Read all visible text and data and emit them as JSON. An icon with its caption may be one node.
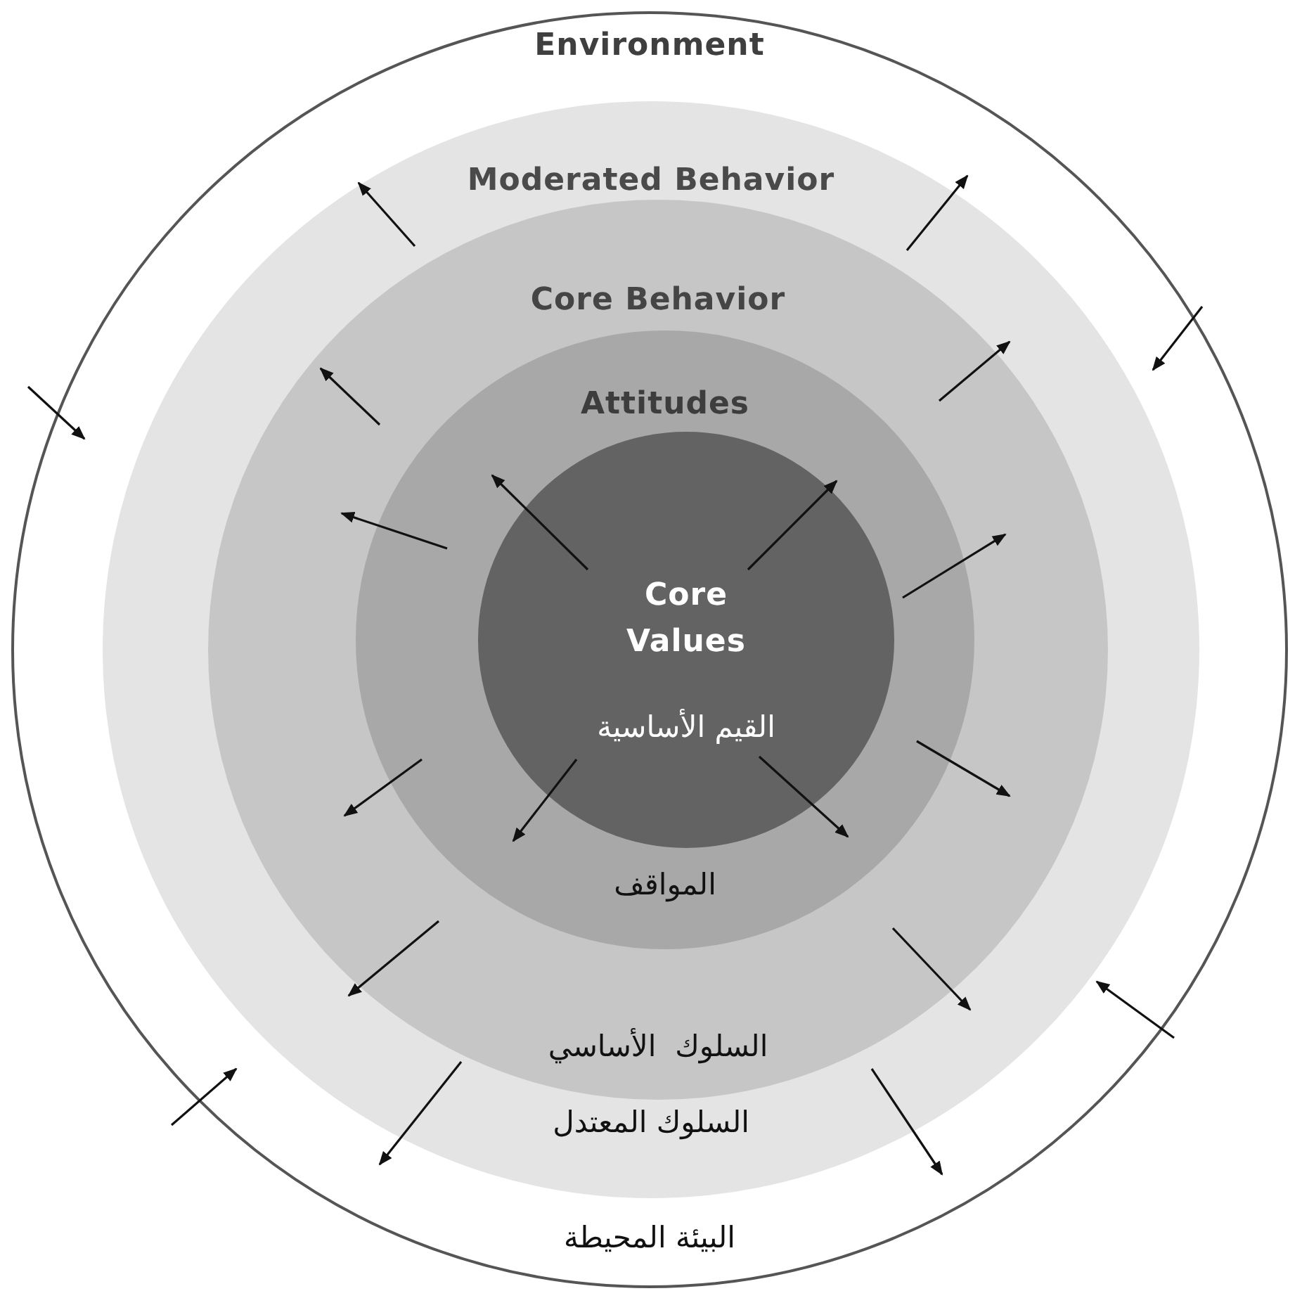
{
  "diagram": {
    "nodes": [
      {
        "text": [
          "Environment",
          "البيئة المحيطة"
        ]
      },
      {
        "text": [
          "Moderated Behavior",
          "السلوك المعتدل"
        ],
        "in": 0
      },
      {
        "text": [
          "Core Behavior",
          "السلوك  الأساسي"
        ],
        "in": 1
      },
      {
        "text": [
          "Attitudes",
          "المواقف"
        ],
        "in": 2
      },
      {
        "text": [
          "Core Values",
          "القيم الأساسية"
        ],
        "in": 3
      }
    ]
  }
}
